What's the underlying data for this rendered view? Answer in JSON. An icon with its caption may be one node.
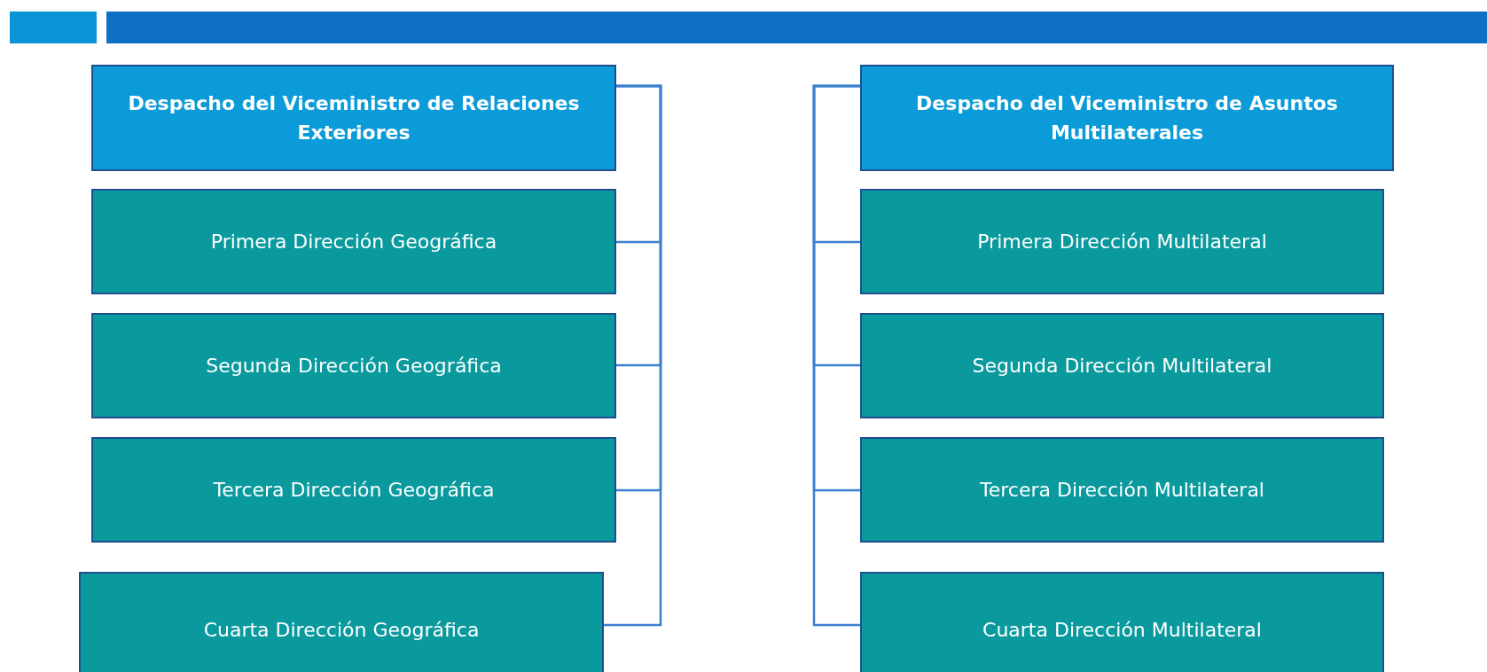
{
  "diagram": {
    "nodes": [
      {
        "text": [
          "Despacho del Viceministro de Relaciones Exteriores"
        ]
      },
      {
        "text": [
          "Primera Dirección Geográfica"
        ]
      },
      {
        "text": [
          "Segunda Dirección Geográfica"
        ]
      },
      {
        "text": [
          "Tercera Dirección Geográfica"
        ]
      },
      {
        "text": [
          "Cuarta Dirección Geográfica"
        ]
      },
      {
        "text": [
          "Despacho del Viceministro de Asuntos Multilaterales"
        ]
      },
      {
        "text": [
          "Primera Dirección Multilateral"
        ]
      },
      {
        "text": [
          "Segunda Dirección Multilateral"
        ]
      },
      {
        "text": [
          "Tercera Dirección Multilateral"
        ]
      },
      {
        "text": [
          "Cuarta Dirección Multilateral"
        ]
      }
    ],
    "edges": [
      {
        "from": 0,
        "to": 1,
        "arrow": "none"
      },
      {
        "from": 0,
        "to": 2,
        "arrow": "none"
      },
      {
        "from": 0,
        "to": 3,
        "arrow": "none"
      },
      {
        "from": 0,
        "to": 4,
        "arrow": "none"
      },
      {
        "from": 5,
        "to": 6,
        "arrow": "none"
      },
      {
        "from": 5,
        "to": 7,
        "arrow": "none"
      },
      {
        "from": 5,
        "to": 8,
        "arrow": "none"
      },
      {
        "from": 5,
        "to": 9,
        "arrow": "none"
      }
    ]
  }
}
